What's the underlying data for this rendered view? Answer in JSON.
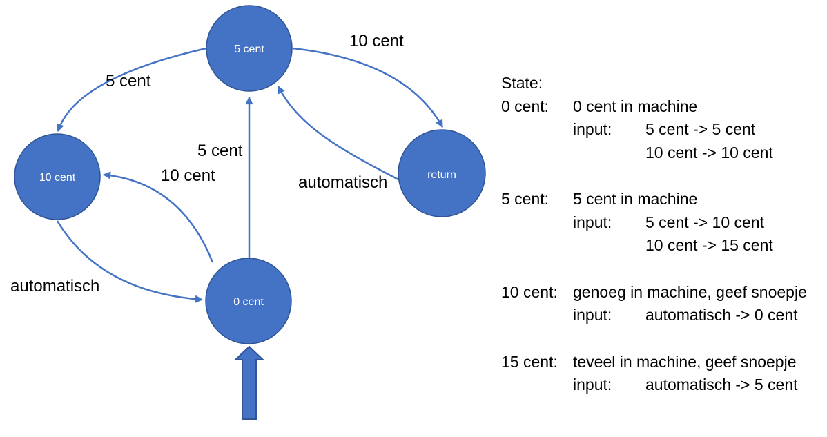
{
  "colors": {
    "node_fill": "#4472C4",
    "node_border": "#2F5597",
    "arrow": "#4472C4",
    "label_text": "#000000",
    "node_text": "#FFFFFF",
    "background": "#FFFFFF"
  },
  "diagram": {
    "nodes": [
      {
        "id": "five-cent",
        "label": "5 cent"
      },
      {
        "id": "ten-cent",
        "label": "10 cent"
      },
      {
        "id": "zero-cent",
        "label": "0 cent"
      },
      {
        "id": "return",
        "label": "return"
      }
    ],
    "edges": [
      {
        "id": "five-to-ten",
        "label": "5 cent"
      },
      {
        "id": "five-to-return",
        "label": "10 cent"
      },
      {
        "id": "return-to-five",
        "label": "automatisch"
      },
      {
        "id": "zero-to-five",
        "label": "5 cent"
      },
      {
        "id": "zero-to-ten",
        "label": "10 cent"
      },
      {
        "id": "ten-to-zero",
        "label": "automatisch"
      }
    ]
  },
  "state_table": {
    "title": "State:",
    "entries": [
      {
        "state": "0 cent:",
        "desc": "0 cent in machine",
        "input_label": "input:",
        "transitions": [
          "5 cent -> 5 cent",
          "10 cent -> 10 cent"
        ]
      },
      {
        "state": "5 cent:",
        "desc": "5 cent in machine",
        "input_label": "input:",
        "transitions": [
          "5 cent -> 10 cent",
          "10 cent -> 15 cent"
        ]
      },
      {
        "state": "10 cent:",
        "desc": "genoeg in machine, geef snoepje",
        "input_label": "input:",
        "transitions": [
          "automatisch -> 0 cent"
        ]
      },
      {
        "state": "15 cent:",
        "desc": "teveel in machine, geef snoepje",
        "input_label": "input:",
        "transitions": [
          "automatisch -> 5 cent"
        ]
      }
    ]
  }
}
